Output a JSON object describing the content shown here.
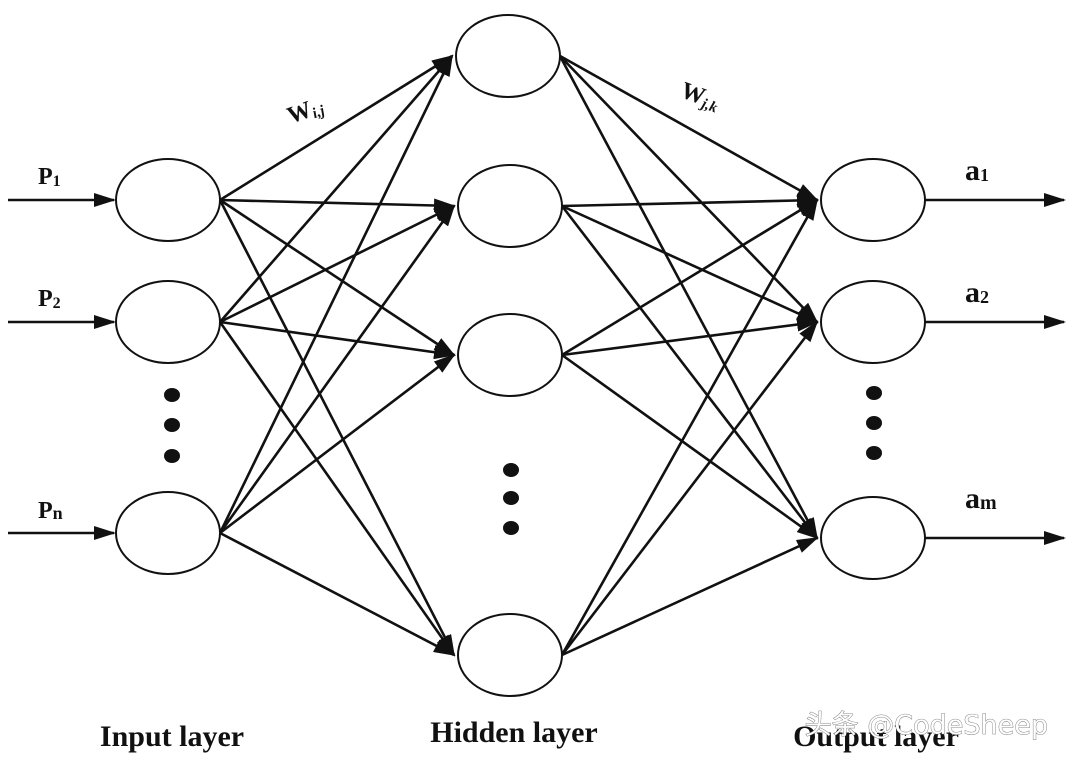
{
  "inputs": [
    {
      "base": "P",
      "sub": "1"
    },
    {
      "base": "P",
      "sub": "2"
    },
    {
      "base": "P",
      "sub": "n"
    }
  ],
  "outputs": [
    {
      "base": "a",
      "sub": "1"
    },
    {
      "base": "a",
      "sub": "2"
    },
    {
      "base": "a",
      "sub": "m"
    }
  ],
  "weights": {
    "input_hidden": {
      "base": "W",
      "sub": "i,j"
    },
    "hidden_output": {
      "base": "W",
      "sub": "j,k"
    }
  },
  "layers": {
    "input": "Input layer",
    "hidden": "Hidden layer",
    "output": "Output layer"
  },
  "watermark": "头条 @CodeSheep",
  "stroke_color": "#111111"
}
